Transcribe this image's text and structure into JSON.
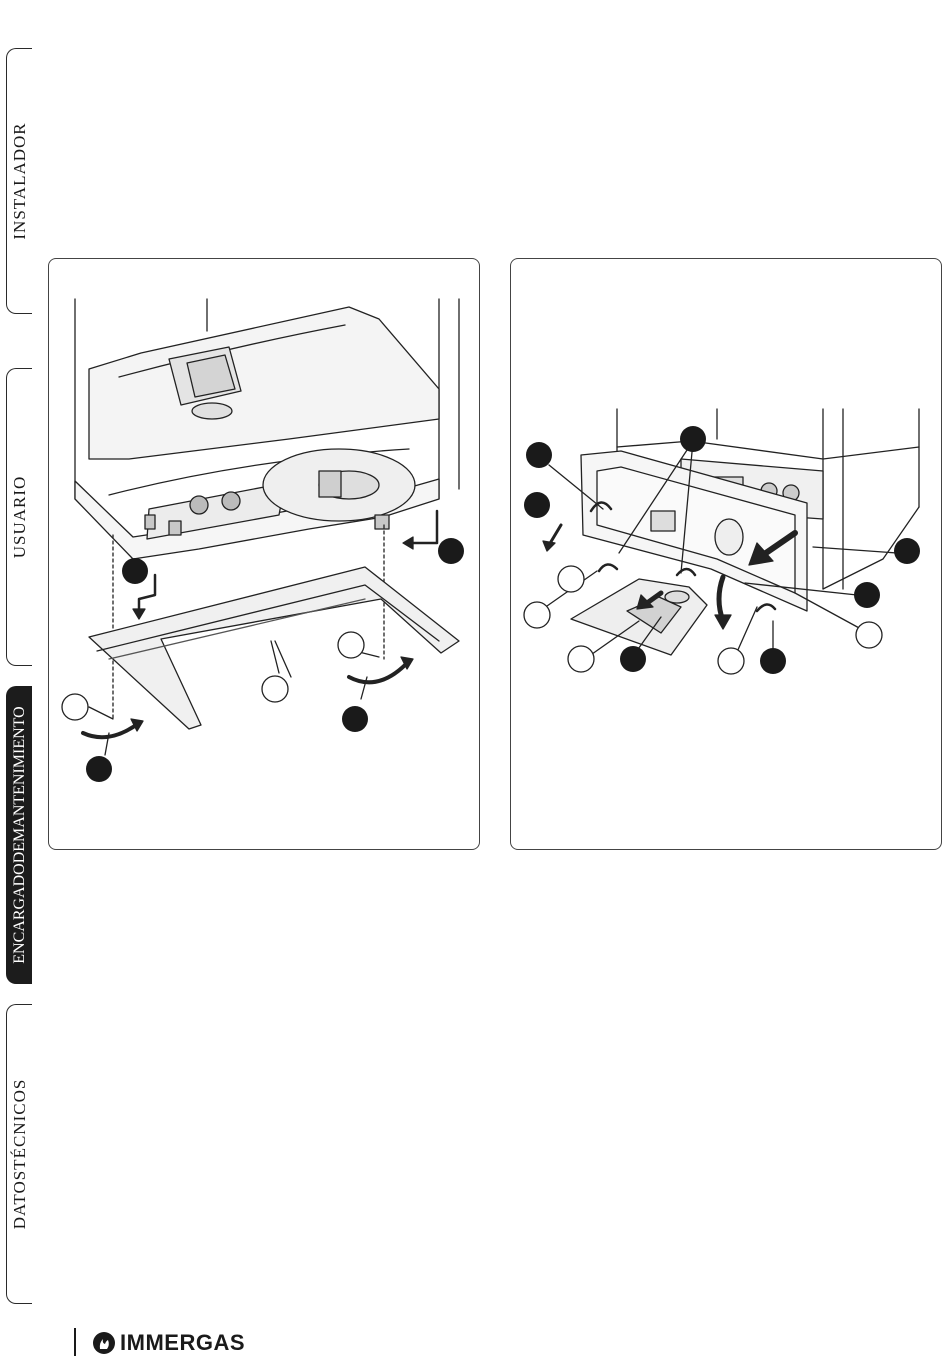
{
  "side_tabs": [
    {
      "label": "INSTALADOR",
      "active": false
    },
    {
      "label": "USUARIO",
      "active": false
    },
    {
      "label": "ENCARGADODEMANTENIMIENTO",
      "active": true
    },
    {
      "label": "DATOSTÉCNICOS",
      "active": false
    }
  ],
  "logo": {
    "name": "IMMERGAS"
  },
  "colors": {
    "ink": "#1a1a1a",
    "panel_border": "#444444",
    "active_tab": "#1c1c1c",
    "surface": "#ffffff"
  }
}
